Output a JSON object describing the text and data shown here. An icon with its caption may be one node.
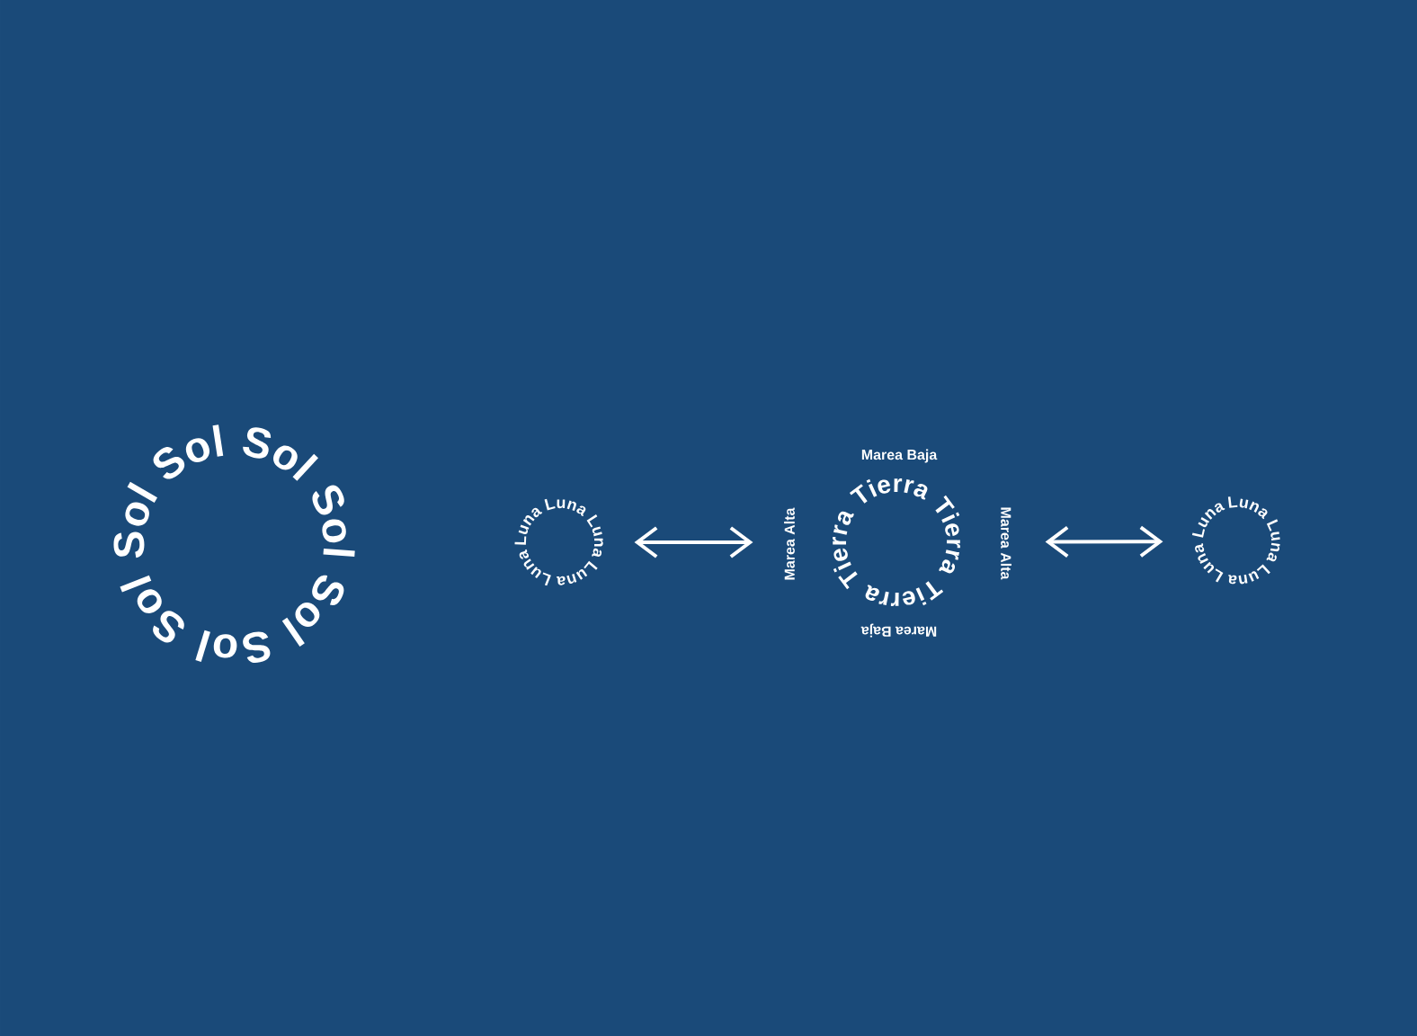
{
  "diagram": {
    "nodes": [
      {
        "text": [
          "Sol Sol Sol Sol Sol Sol Sol"
        ]
      },
      {
        "text": [
          "Luna Luna Luna Luna Luna"
        ]
      },
      {
        "text": [
          "Tierra Tierra Tierra Tierra"
        ],
        "beside": [
          "Marea Baja",
          "Marea Alta",
          "Marea Alta",
          "Marea Baja"
        ]
      },
      {
        "text": [
          "Luna Luna Luna Luna Luna"
        ]
      }
    ],
    "edges": [
      {
        "from": 1,
        "to": 2,
        "arrow": "both"
      },
      {
        "from": 2,
        "to": 3,
        "arrow": "both"
      }
    ]
  }
}
